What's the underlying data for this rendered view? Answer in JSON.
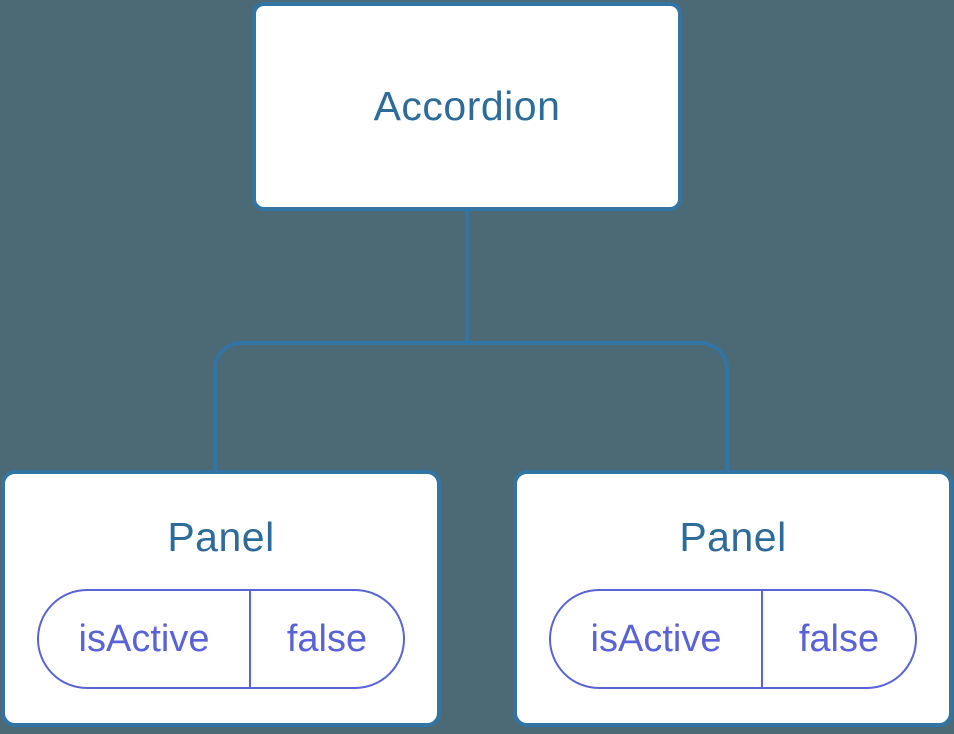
{
  "diagram": {
    "background_color": "#4C6A75",
    "line_color": "#3274A3",
    "heading_color": "#2D6C99",
    "state_color": "#5A63D6",
    "node_fill_color": "#FFFFFF",
    "root": {
      "label": "Accordion"
    },
    "children": [
      {
        "label": "Panel",
        "state": {
          "key": "isActive",
          "value": "false"
        }
      },
      {
        "label": "Panel",
        "state": {
          "key": "isActive",
          "value": "false"
        }
      }
    ]
  }
}
